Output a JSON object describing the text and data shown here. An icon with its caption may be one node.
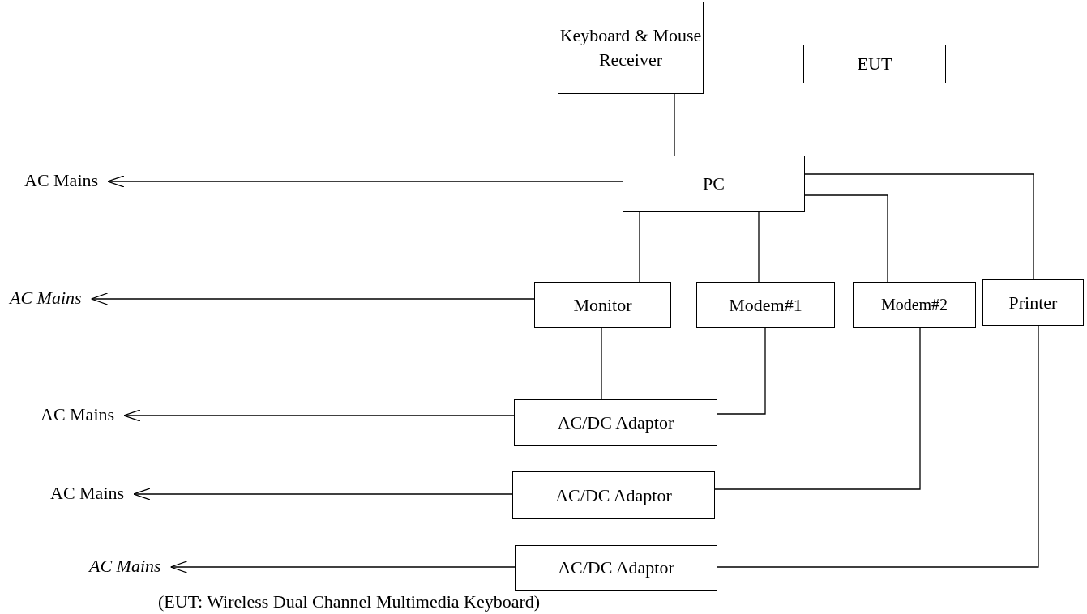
{
  "diagram": {
    "caption": "(EUT: Wireless Dual Channel Multimedia Keyboard)",
    "nodes": [
      {
        "text": [
          "Keyboard & Mouse Receiver"
        ]
      },
      {
        "text": [
          "EUT"
        ]
      },
      {
        "text": [
          "AC Mains"
        ]
      },
      {
        "text": [
          "PC"
        ]
      },
      {
        "text": [
          "AC Mains"
        ]
      },
      {
        "text": [
          "Monitor"
        ]
      },
      {
        "text": [
          "Modem#1"
        ]
      },
      {
        "text": [
          "Modem#2"
        ]
      },
      {
        "text": [
          "Printer"
        ]
      },
      {
        "text": [
          "AC Mains"
        ]
      },
      {
        "text": [
          "AC/DC Adaptor"
        ]
      },
      {
        "text": [
          "AC Mains"
        ]
      },
      {
        "text": [
          "AC/DC Adaptor"
        ]
      },
      {
        "text": [
          "AC Mains"
        ]
      },
      {
        "text": [
          "AC/DC Adaptor"
        ]
      }
    ],
    "edges": [
      {
        "from": 0,
        "to": 3,
        "arrow": "none"
      },
      {
        "from": 3,
        "to": 2,
        "arrow": "to"
      },
      {
        "from": 3,
        "to": 5,
        "arrow": "none"
      },
      {
        "from": 3,
        "to": 6,
        "arrow": "none"
      },
      {
        "from": 3,
        "to": 7,
        "arrow": "none"
      },
      {
        "from": 3,
        "to": 8,
        "arrow": "none"
      },
      {
        "from": 5,
        "to": 4,
        "arrow": "to"
      },
      {
        "from": 5,
        "to": 10,
        "arrow": "none"
      },
      {
        "from": 6,
        "to": 10,
        "arrow": "none"
      },
      {
        "from": 10,
        "to": 9,
        "arrow": "to"
      },
      {
        "from": 7,
        "to": 12,
        "arrow": "none"
      },
      {
        "from": 12,
        "to": 11,
        "arrow": "to"
      },
      {
        "from": 8,
        "to": 14,
        "arrow": "none"
      },
      {
        "from": 14,
        "to": 13,
        "arrow": "to"
      }
    ]
  }
}
